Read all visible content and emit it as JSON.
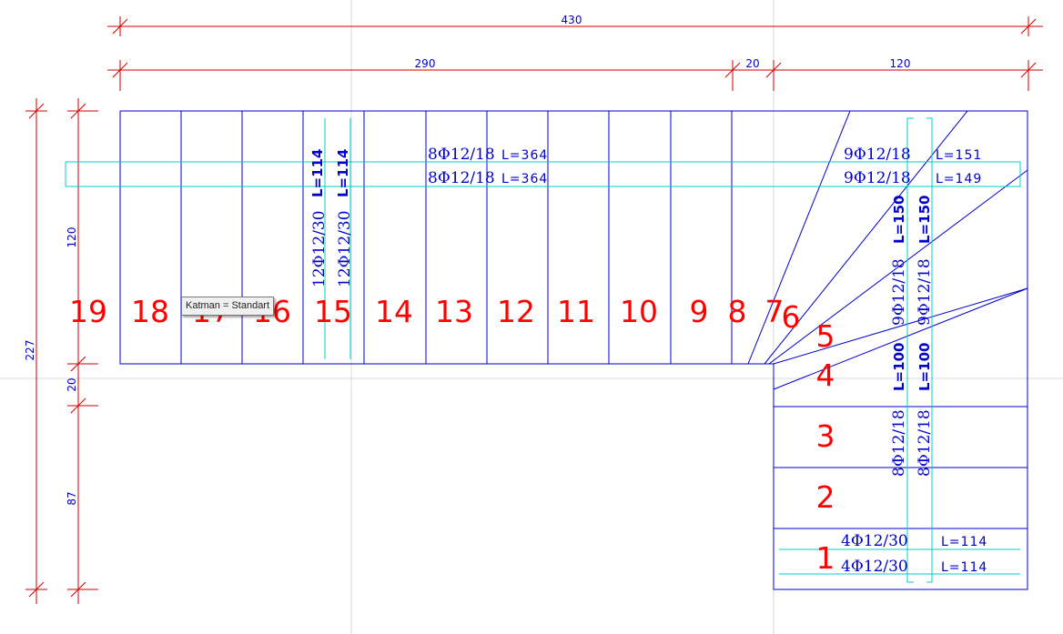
{
  "dimensions": {
    "top_total": "430",
    "top_left": "290",
    "top_mid": "20",
    "top_right": "120",
    "left_total": "227",
    "left_upper": "120",
    "left_mid": "20",
    "left_lower": "87"
  },
  "rebar": {
    "top_1_spec": "8Φ12/18",
    "top_1_len": "L=364",
    "top_2_spec": "8Φ12/18",
    "top_2_len": "L=364",
    "topright_1_spec": "9Φ12/18",
    "topright_1_len": "L=151",
    "topright_2_spec": "9Φ12/18",
    "topright_2_len": "L=149",
    "vert_left_1_spec": "12Φ12/30",
    "vert_left_1_len": "L=114",
    "vert_left_2_spec": "12Φ12/30",
    "vert_left_2_len": "L=114",
    "vert_right_a_len": "L=150",
    "vert_right_a_spec": "9Φ12/18",
    "vert_right_b_len": "L=100",
    "vert_right_b_spec": "8Φ12/18",
    "vert_right_c_len": "L=150",
    "vert_right_c_spec": "9Φ12/18",
    "vert_right_d_len": "L=100",
    "vert_right_d_spec": "8Φ12/18",
    "bottom_1_spec": "4Φ12/30",
    "bottom_1_len": "L=114",
    "bottom_2_spec": "4Φ12/30",
    "bottom_2_len": "L=114"
  },
  "steps": [
    "1",
    "2",
    "3",
    "4",
    "5",
    "6",
    "7",
    "8",
    "9",
    "10",
    "11",
    "12",
    "13",
    "14",
    "15",
    "16",
    "17",
    "18",
    "19"
  ],
  "tooltip": "Katman = Standart",
  "colors": {
    "outline": "#0000cc",
    "dimension": "#cc0000",
    "rebar_line": "#00cccc",
    "step_number": "#ff0000",
    "guide": "#d8d8d8"
  }
}
